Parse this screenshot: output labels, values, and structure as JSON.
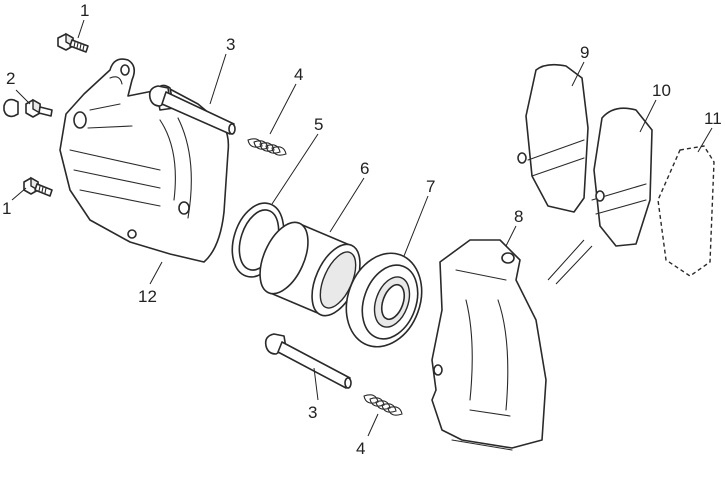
{
  "callouts": {
    "c1_top": "1",
    "c1_left": "1",
    "c2": "2",
    "c3_top": "3",
    "c3_bottom": "3",
    "c4_top": "4",
    "c4_bottom": "4",
    "c5": "5",
    "c6": "6",
    "c7": "7",
    "c8": "8",
    "c9": "9",
    "c10": "10",
    "c11": "11",
    "c12": "12"
  }
}
